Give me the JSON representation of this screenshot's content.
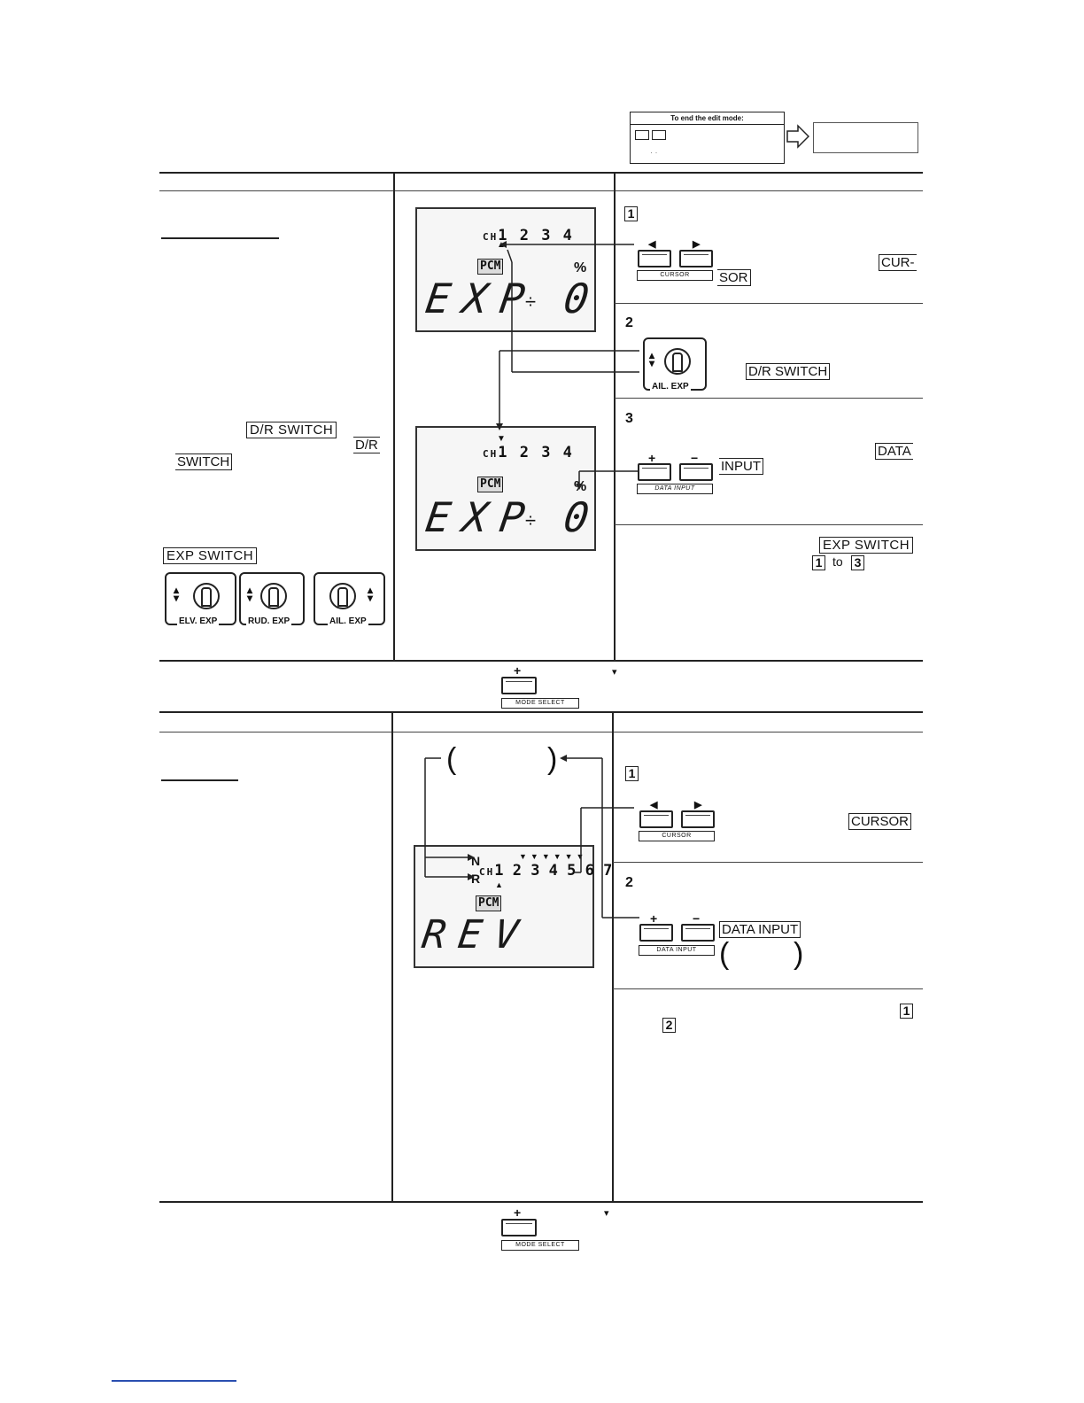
{
  "edit_box": {
    "title": "To end the edit mode:",
    "arrow_icon": "hollow-right-arrow-icon"
  },
  "section1": {
    "left": {
      "dr_switch_a": "D/R SWITCH",
      "dr_switch_b1": "D/R",
      "dr_switch_b2": "SWITCH",
      "exp_switch_label": "EXP SWITCH",
      "switches": [
        "ELV. EXP",
        "RUD. EXP",
        "AIL. EXP"
      ]
    },
    "lcd_top": {
      "ch": "CH",
      "channels": "1 2 3 4",
      "pcm": "PCM",
      "percent": "%",
      "seg_text": "EXP",
      "divider": "÷",
      "value": "0"
    },
    "lcd_bottom": {
      "ch": "CH",
      "channels": "1 2 3 4",
      "pcm": "PCM",
      "percent": "%",
      "seg_text": "EXP",
      "divider": "÷",
      "value": "0"
    },
    "steps": {
      "step1_num": "1",
      "cursor_label": "CURSOR",
      "cursor_ref_a": "CUR-",
      "cursor_ref_b": "SOR",
      "step2_num": "2",
      "ail_exp": "AIL. EXP",
      "dr_switch_ref": "D/R SWITCH",
      "step3_num": "3",
      "data_input_label": "DATA INPUT",
      "data_ref_a": "DATA",
      "data_ref_b": "INPUT",
      "exp_switch_ref": "EXP SWITCH",
      "range_from": "1",
      "range_to_word": "to",
      "range_to": "3"
    },
    "mode_select": {
      "plus": "+",
      "label": "MODE SELECT"
    }
  },
  "section2": {
    "lcd": {
      "n": "N",
      "r": "R",
      "ch": "CH",
      "channels": "1 2 3 4 5 6 7",
      "markers": "▼▼▼▼▼▼",
      "pcm": "PCM",
      "seg_text": "REV"
    },
    "steps": {
      "step1_num": "1",
      "cursor_label": "CURSOR",
      "cursor_ref": "CURSOR",
      "step2_num": "2",
      "data_input_label": "DATA INPUT",
      "data_ref": "DATA INPUT",
      "note_ref1": "1",
      "note_ref2": "2"
    },
    "mode_select": {
      "plus": "+",
      "label": "MODE SELECT"
    }
  }
}
